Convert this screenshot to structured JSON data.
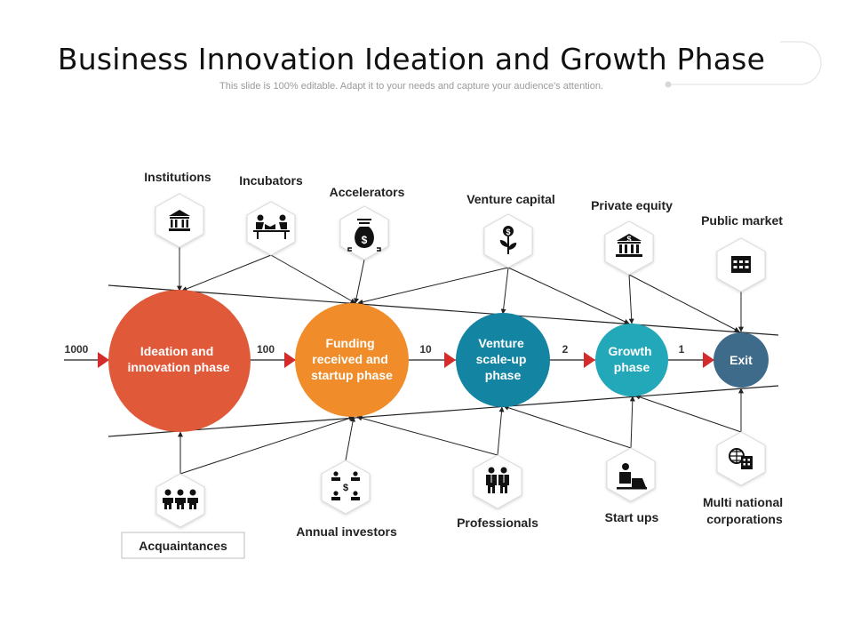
{
  "title": "Business Innovation Ideation and Growth Phase",
  "subtitle": "This slide is 100% editable. Adapt it to your needs and capture your audience's attention.",
  "colors": {
    "ideation": "#e05a3a",
    "funding": "#f08c2a",
    "venture": "#1385a3",
    "growth": "#22a8b8",
    "exit": "#3f6b8a",
    "arrow": "#d42b2b",
    "line": "#222222",
    "hex_stroke": "#d8d8d8"
  },
  "phases": [
    {
      "id": "ideation",
      "lines": [
        "Ideation and",
        "innovation phase"
      ]
    },
    {
      "id": "funding",
      "lines": [
        "Funding",
        "received and",
        "startup phase"
      ]
    },
    {
      "id": "venture",
      "lines": [
        "Venture",
        "scale-up",
        "phase"
      ]
    },
    {
      "id": "growth",
      "lines": [
        "Growth",
        "phase"
      ]
    },
    {
      "id": "exit",
      "lines": [
        "Exit"
      ]
    }
  ],
  "counts": [
    "1000",
    "100",
    "10",
    "2",
    "1"
  ],
  "top_sources": [
    {
      "label": "Institutions",
      "icon": "bank-icon"
    },
    {
      "label": "Incubators",
      "icon": "coworking-icon"
    },
    {
      "label": "Accelerators",
      "icon": "money-bag-icon"
    },
    {
      "label": "Venture capital",
      "icon": "money-plant-icon"
    },
    {
      "label": "Private equity",
      "icon": "dollar-bank-icon"
    },
    {
      "label": "Public market",
      "icon": "stock-board-icon"
    }
  ],
  "bottom_sources": [
    {
      "label": "Acquaintances",
      "icon": "group-icon"
    },
    {
      "label": "Annual investors",
      "icon": "investors-network-icon"
    },
    {
      "label": "Professionals",
      "icon": "business-people-icon"
    },
    {
      "label": "Start ups",
      "icon": "laptop-worker-icon"
    },
    {
      "label_lines": [
        "Multi national",
        "corporations"
      ],
      "icon": "global-building-icon"
    }
  ]
}
